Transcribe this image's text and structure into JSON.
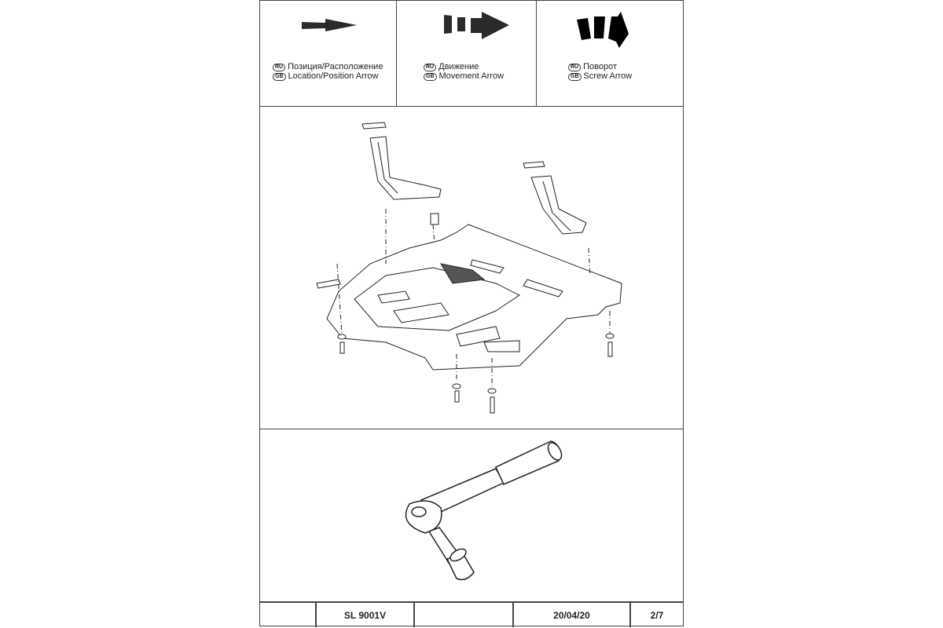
{
  "legend": [
    {
      "icon": "location-arrow-icon",
      "ru_tag": "RU",
      "gb_tag": "GB",
      "ru": "Позиция/Расположение",
      "gb": "Location/Position Arrow"
    },
    {
      "icon": "movement-arrow-icon",
      "ru_tag": "RU",
      "gb_tag": "GB",
      "ru": "Движение",
      "gb": "Movement Arrow"
    },
    {
      "icon": "screw-arrow-icon",
      "ru_tag": "RU",
      "gb_tag": "GB",
      "ru": "Поворот",
      "gb": "Screw Arrow"
    }
  ],
  "footer": {
    "cell1": "",
    "model": "SL 9001V",
    "cell3": "",
    "date": "20/04/20",
    "page": "2/7"
  }
}
